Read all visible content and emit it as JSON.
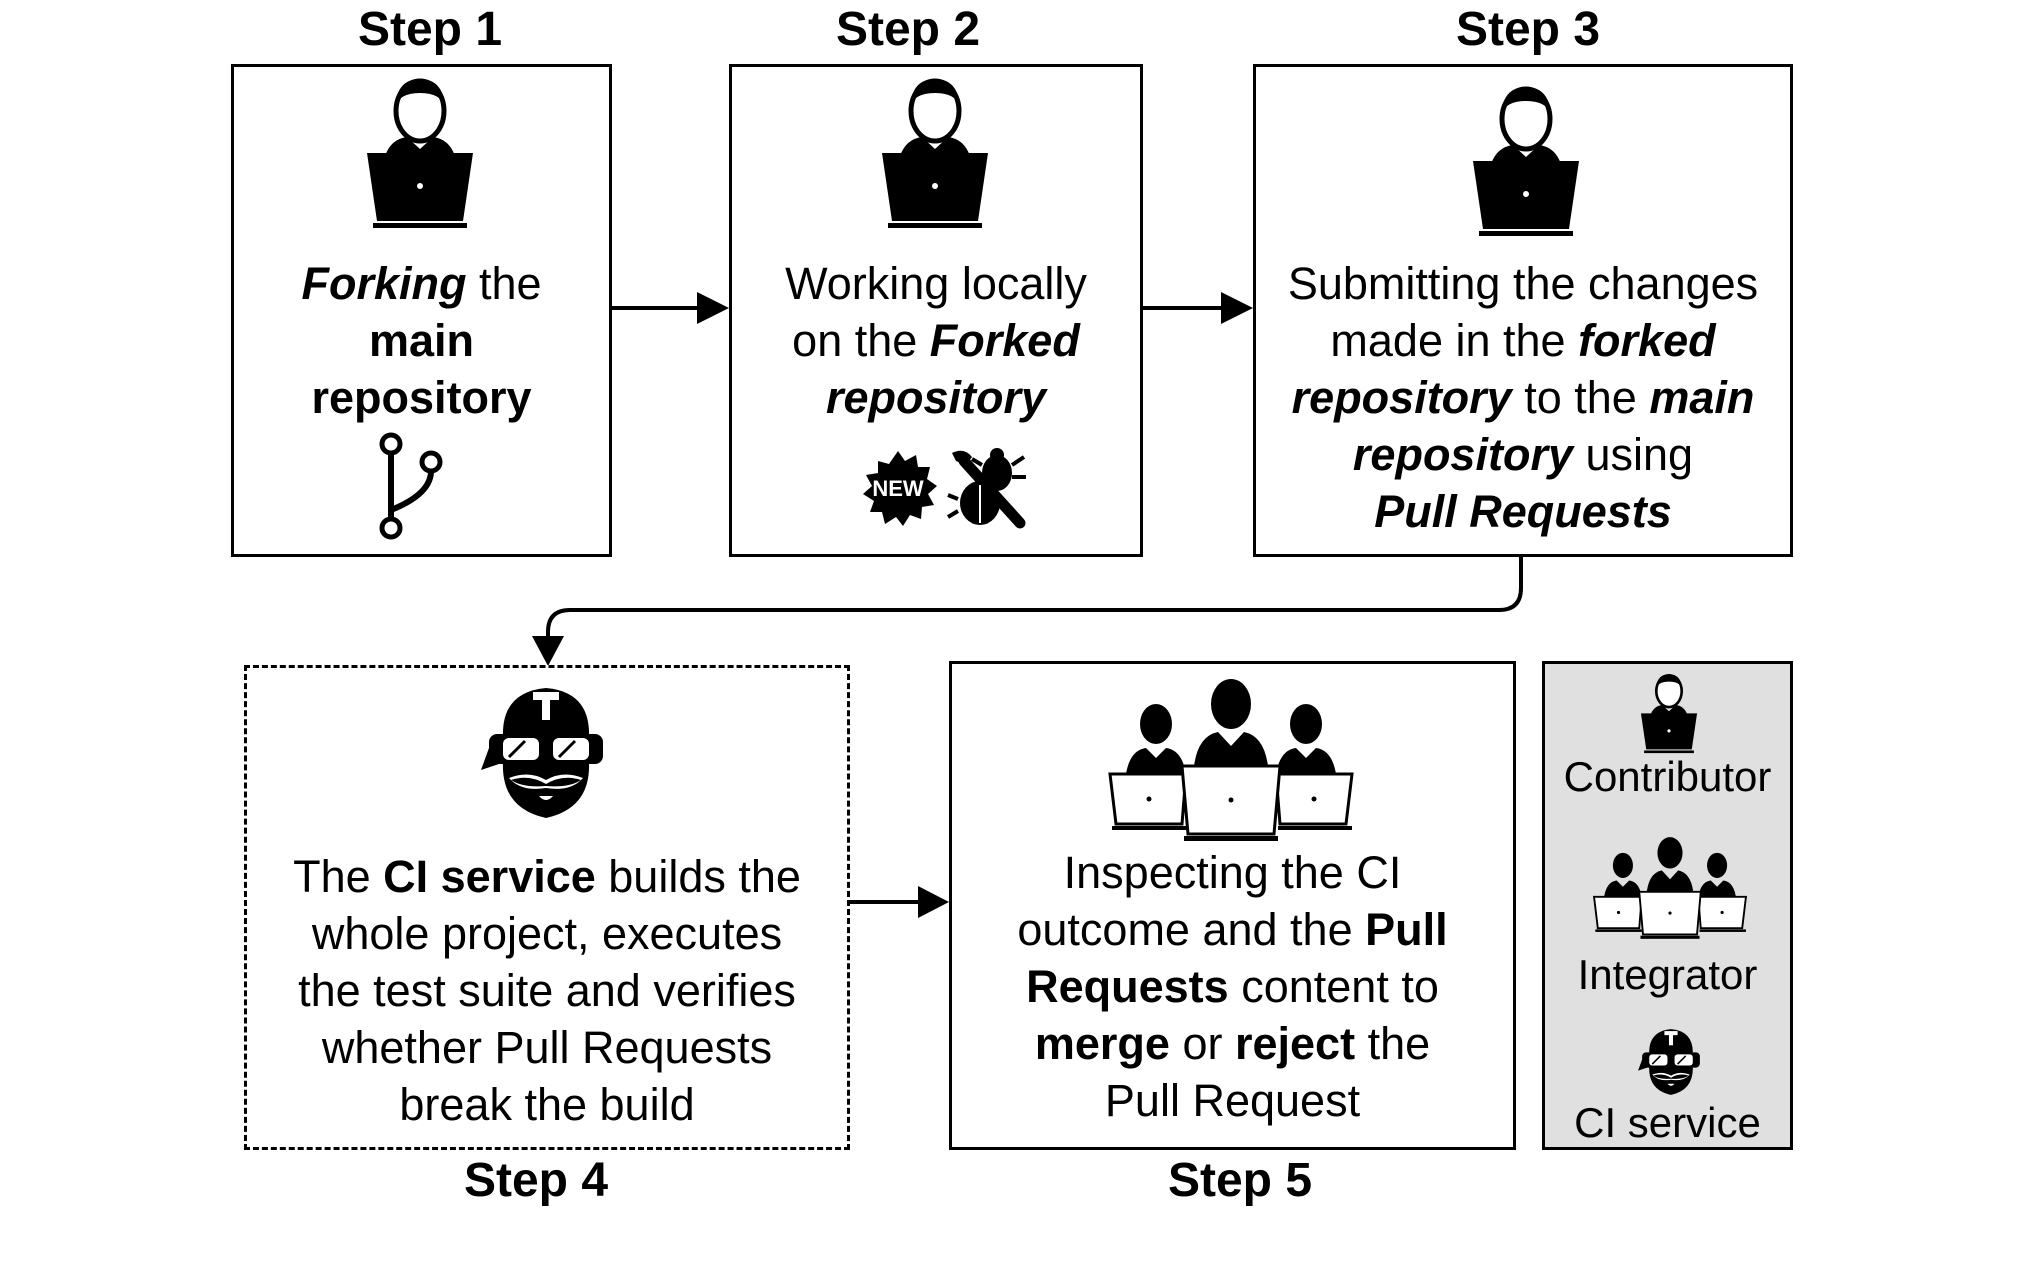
{
  "steps": [
    {
      "title": "Step 1",
      "text": [
        [
          {
            "t": "Forking",
            "s": "bi"
          },
          {
            "t": " the",
            "s": ""
          }
        ],
        [
          {
            "t": "main",
            "s": "b"
          }
        ],
        [
          {
            "t": "repository",
            "s": "b"
          }
        ]
      ],
      "icons": [
        "contributor-icon",
        "fork-icon"
      ]
    },
    {
      "title": "Step 2",
      "text": [
        [
          {
            "t": "Working locally",
            "s": ""
          }
        ],
        [
          {
            "t": "on the ",
            "s": ""
          },
          {
            "t": "Forked",
            "s": "bi"
          }
        ],
        [
          {
            "t": "repository",
            "s": "bi"
          }
        ]
      ],
      "icons": [
        "contributor-icon",
        "new-badge-icon",
        "bug-fix-icon"
      ],
      "badge_text": "NEW"
    },
    {
      "title": "Step 3",
      "text": [
        [
          {
            "t": "Submitting the changes",
            "s": ""
          }
        ],
        [
          {
            "t": "made in the ",
            "s": ""
          },
          {
            "t": "forked",
            "s": "bi"
          }
        ],
        [
          {
            "t": "repository",
            "s": "bi"
          },
          {
            "t": " to the ",
            "s": ""
          },
          {
            "t": "main",
            "s": "bi"
          }
        ],
        [
          {
            "t": "repository",
            "s": "bi"
          },
          {
            "t": " using",
            "s": ""
          }
        ],
        [
          {
            "t": "Pull Requests",
            "s": "bi"
          }
        ]
      ],
      "icons": [
        "contributor-icon"
      ]
    },
    {
      "title": "Step 4",
      "text": [
        [
          {
            "t": "The ",
            "s": ""
          },
          {
            "t": "CI service",
            "s": "b"
          },
          {
            "t": " builds the",
            "s": ""
          }
        ],
        [
          {
            "t": "whole project, executes",
            "s": ""
          }
        ],
        [
          {
            "t": "the test suite and verifies",
            "s": ""
          }
        ],
        [
          {
            "t": "whether Pull Requests",
            "s": ""
          }
        ],
        [
          {
            "t": "break the build",
            "s": ""
          }
        ]
      ],
      "icons": [
        "ci-service-icon"
      ]
    },
    {
      "title": "Step 5",
      "text": [
        [
          {
            "t": "Inspecting the CI",
            "s": ""
          }
        ],
        [
          {
            "t": "outcome and the ",
            "s": ""
          },
          {
            "t": "Pull",
            "s": "b"
          }
        ],
        [
          {
            "t": "Requests",
            "s": "b"
          },
          {
            "t": " content to",
            "s": ""
          }
        ],
        [
          {
            "t": "merge",
            "s": "b"
          },
          {
            "t": " or ",
            "s": ""
          },
          {
            "t": "reject",
            "s": "b"
          },
          {
            "t": " the",
            "s": ""
          }
        ],
        [
          {
            "t": "Pull Request",
            "s": ""
          }
        ]
      ],
      "icons": [
        "integrator-icon"
      ]
    }
  ],
  "legend": {
    "items": [
      {
        "label": "Contributor",
        "icon": "contributor-icon"
      },
      {
        "label": "Integrator",
        "icon": "integrator-icon"
      },
      {
        "label": "CI service",
        "icon": "ci-service-icon"
      }
    ],
    "background": "#e0e0e0"
  }
}
